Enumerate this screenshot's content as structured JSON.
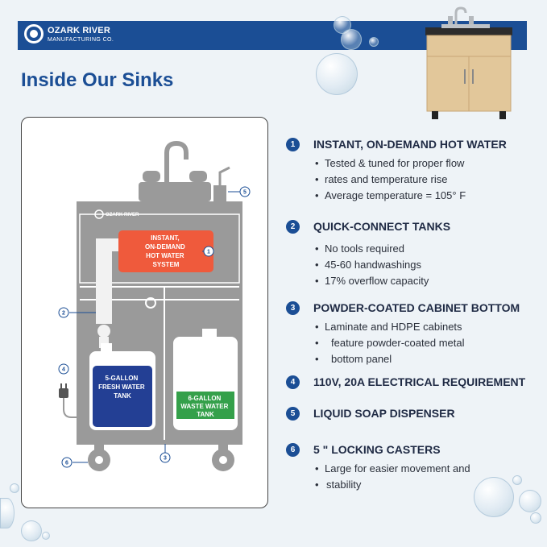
{
  "brand": {
    "name": "OZARK RIVER",
    "subtitle": "MANUFACTURING CO."
  },
  "heading": "Inside Our Sinks",
  "diagram": {
    "logo_text": "OZARK RIVER",
    "heater_label": [
      "INSTANT,",
      "ON-DEMAND",
      "HOT WATER",
      "SYSTEM"
    ],
    "fresh_tank_label": [
      "5-GALLON",
      "FRESH WATER",
      "TANK"
    ],
    "waste_tank_label": [
      "6-GALLON",
      "WASTE WATER",
      "TANK"
    ],
    "callouts": [
      "1",
      "2",
      "3",
      "4",
      "5",
      "6"
    ]
  },
  "features": [
    {
      "num": "1",
      "title": "INSTANT, ON-DEMAND HOT WATER",
      "bullets": [
        "Tested & tuned for proper flow",
        "rates and temperature rise",
        "Average temperature = 105° F"
      ]
    },
    {
      "num": "2",
      "title": "QUICK-CONNECT TANKS",
      "bullets": [
        "No tools required",
        "45-60 handwashings",
        "17% overflow capacity"
      ]
    },
    {
      "num": "3",
      "title": "POWDER-COATED CABINET BOTTOM",
      "bullets": [
        "Laminate and HDPE cabinets",
        "feature powder-coated metal",
        "bottom panel"
      ]
    },
    {
      "num": "4",
      "title": "110V, 20A ELECTRICAL REQUIREMENT",
      "bullets": []
    },
    {
      "num": "5",
      "title": "LIQUID SOAP DISPENSER",
      "bullets": []
    },
    {
      "num": "6",
      "title": "5 \" LOCKING CASTERS",
      "bullets": [
        "Large for easier movement and",
        "stability"
      ]
    }
  ],
  "colors": {
    "brand_blue": "#1b4e95",
    "heater_red": "#ef5a3c",
    "fresh_tank_blue": "#233f94",
    "waste_tank_green": "#34a04a",
    "cabinet_gray": "#9a9a9a",
    "cabinet_maple": "#e2c79a"
  },
  "icons": [
    "bubble-icon",
    "plug-icon",
    "faucet-icon",
    "soap-pump-icon",
    "caster-icon"
  ]
}
